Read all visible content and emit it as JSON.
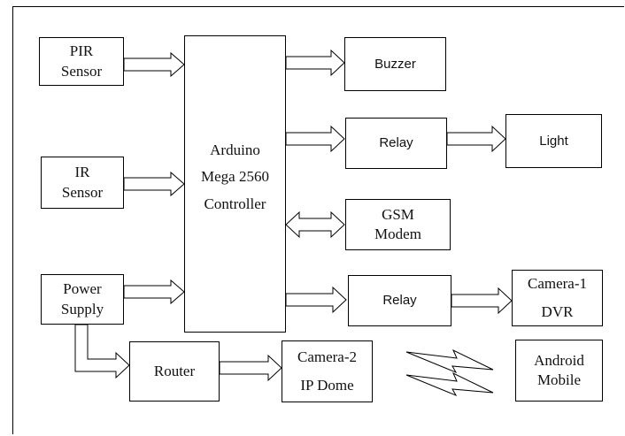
{
  "blocks": {
    "pir": [
      "PIR",
      "Sensor"
    ],
    "ir": [
      "IR",
      "Sensor"
    ],
    "power": [
      "Power",
      "Supply"
    ],
    "controller": [
      "Arduino",
      "Mega 2560",
      "Controller"
    ],
    "buzzer": "Buzzer",
    "relay1": "Relay",
    "light": "Light",
    "gsm": [
      "GSM",
      "Modem"
    ],
    "relay2": "Relay",
    "camera1": [
      "Camera-1",
      "DVR"
    ],
    "router": "Router",
    "camera2": [
      "Camera-2",
      "IP Dome"
    ],
    "android": [
      "Android",
      "Mobile"
    ]
  },
  "connections": [
    {
      "from": "PIR Sensor",
      "to": "Arduino Mega 2560 Controller",
      "type": "arrow"
    },
    {
      "from": "IR Sensor",
      "to": "Arduino Mega 2560 Controller",
      "type": "arrow"
    },
    {
      "from": "Power Supply",
      "to": "Arduino Mega 2560 Controller",
      "type": "arrow"
    },
    {
      "from": "Arduino Mega 2560 Controller",
      "to": "Buzzer",
      "type": "arrow"
    },
    {
      "from": "Arduino Mega 2560 Controller",
      "to": "Relay",
      "type": "arrow"
    },
    {
      "from": "Relay",
      "to": "Light",
      "type": "arrow"
    },
    {
      "from": "Arduino Mega 2560 Controller",
      "to": "GSM Modem",
      "type": "bidirectional"
    },
    {
      "from": "Arduino Mega 2560 Controller",
      "to": "Relay",
      "type": "arrow"
    },
    {
      "from": "Relay",
      "to": "Camera-1 DVR",
      "type": "arrow"
    },
    {
      "from": "Power Supply",
      "to": "Router",
      "type": "elbow-arrow"
    },
    {
      "from": "Router",
      "to": "Camera-2 IP Dome",
      "type": "arrow"
    },
    {
      "from": "wireless link",
      "to": "Android Mobile",
      "type": "lightning"
    }
  ]
}
